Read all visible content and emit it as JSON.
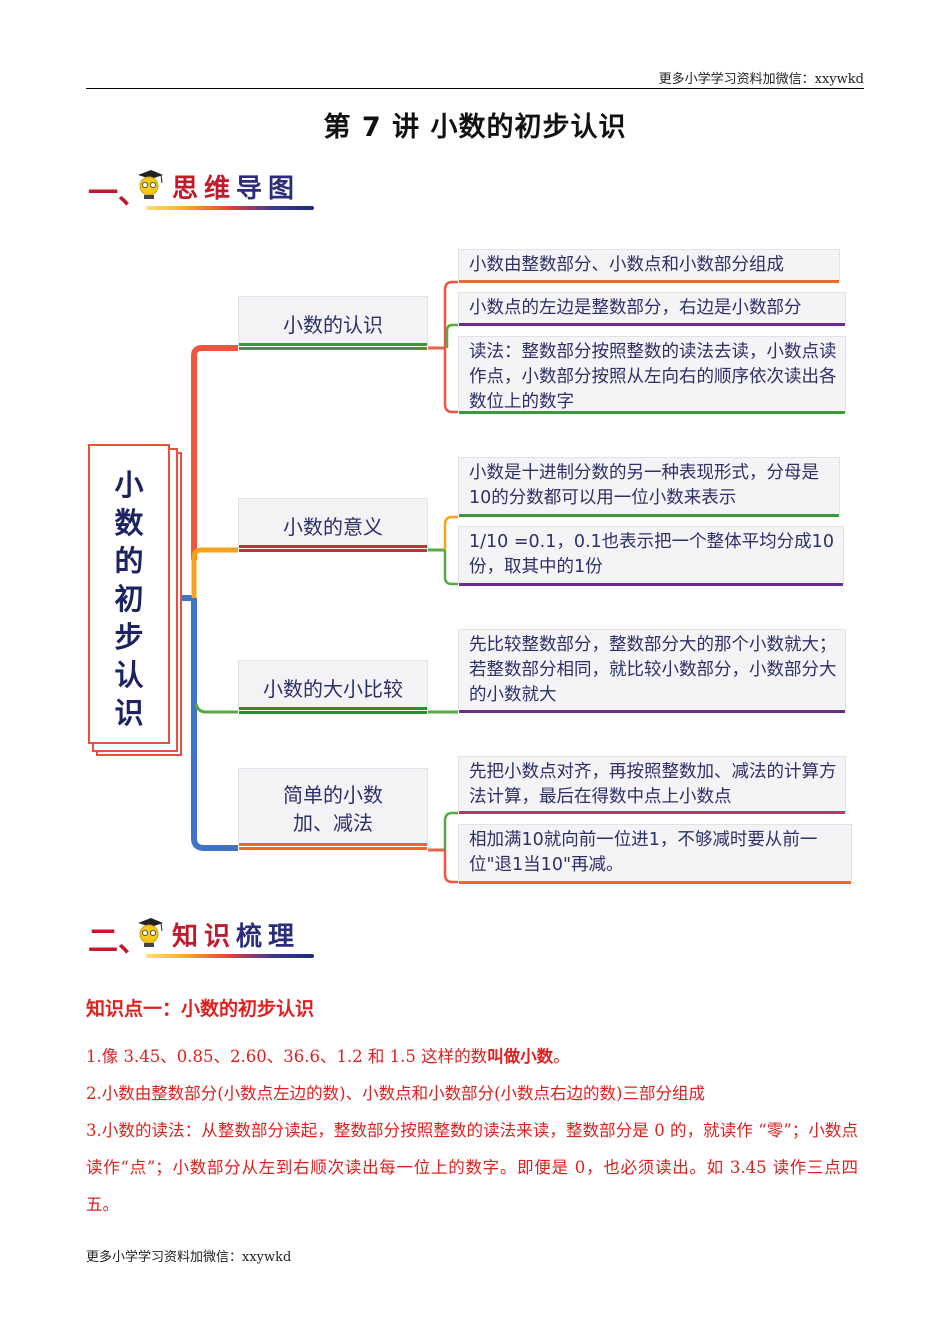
{
  "header": {
    "note": "更多小学学习资料加微信：xxywkd"
  },
  "title": "第 7 讲  小数的初步认识",
  "section1": {
    "number": "一、",
    "label": "思维导图",
    "mascot_icon": "graduate-mascot-icon"
  },
  "mindmap": {
    "root": "小数的初步认识",
    "branches": [
      {
        "label": "小数的认识",
        "leaves": [
          "小数由整数部分、小数点和小数部分组成",
          "小数点的左边是整数部分，右边是小数部分",
          "读法：整数部分按照整数的读法去读，小数点读作点，小数部分按照从左向右的顺序依次读出各数位上的数字"
        ]
      },
      {
        "label": "小数的意义",
        "leaves": [
          "小数是十进制分数的另一种表现形式，分母是10的分数都可以用一位小数来表示",
          "1/10  =0.1，0.1也表示把一个整体平均分成10份，取其中的1份"
        ]
      },
      {
        "label": "小数的大小比较",
        "leaves": [
          "先比较整数部分，整数部分大的那个小数就大；若整数部分相同，就比较小数部分，小数部分大的小数就大"
        ]
      },
      {
        "label": "简单的小数加、减法",
        "leaves": [
          "先把小数点对齐，再按照整数加、减法的计算方法计算，最后在得数中点上小数点",
          "相加满10就向前一位进1，不够减时要从前一位\"退1当10\"再减。"
        ]
      }
    ],
    "colors": {
      "red": "#f0553f",
      "orange": "#f7a21b",
      "blue": "#3f73c8",
      "green": "#5aa845",
      "purple": "#6a2d8c",
      "darkred": "#c2303a",
      "navy": "#2c3168"
    }
  },
  "section2": {
    "number": "二、",
    "label": "知识梳理",
    "mascot_icon": "graduate-mascot-icon"
  },
  "knowledge": {
    "title": "知识点一：小数的初步认识",
    "items": [
      {
        "text": "1.像 3.45、0.85、2.60、36.6、1.2 和 1.5 这样的数",
        "bold": "叫做小数",
        "end": "。"
      },
      {
        "text": "2.小数由整数部分(小数点左边的数)、小数点和小数部分(小数点右边的数)三部分组成"
      },
      {
        "text": "3.小数的读法：从整数部分读起，整数部分按照整数的读法来读，整数部分是 0 的，就读作  “零”；小数点读作“点”；小数部分从左到右顺次读出每一位上的数字。即便是 0，也必须读出。如 3.45 读作三点四五。"
      }
    ]
  },
  "footer": {
    "note": "更多小学学习资料加微信：xxywkd"
  }
}
